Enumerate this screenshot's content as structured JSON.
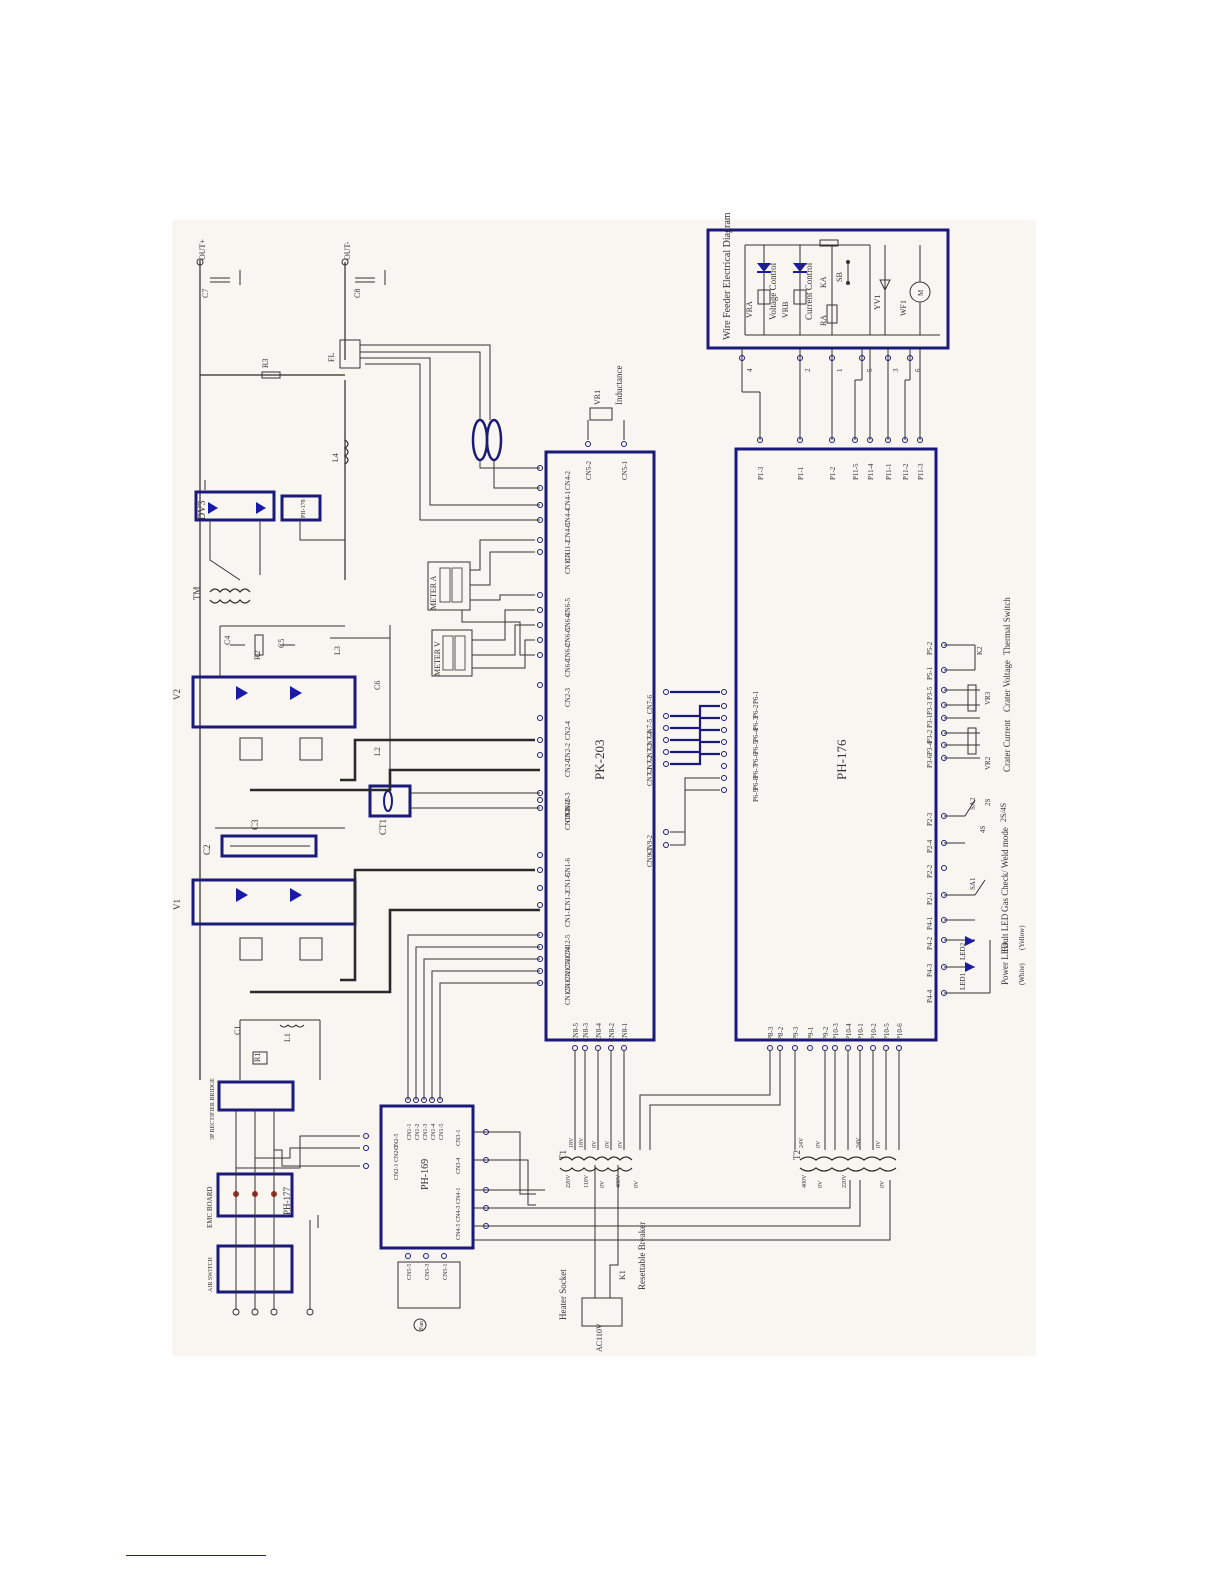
{
  "labels": {
    "out_plus_left": "OUT+",
    "out_minus_right": "OUT-",
    "r3": "R3",
    "l4": "L4",
    "fl": "FL",
    "c7": "C7",
    "c8": "C8",
    "dv3": "DV3",
    "ph178": "PH-178",
    "tm": "TM",
    "c4": "C4",
    "r2": "R2",
    "c5": "C5",
    "l3": "L3",
    "c6": "C6",
    "v2": "V2",
    "l2": "L2",
    "ct1": "CT1",
    "c3": "C3",
    "c2": "C2",
    "v1": "V1",
    "c1": "C1",
    "l1": "L1",
    "r1": "R1",
    "rectifier": "3P RECTIFIER BRIDGE",
    "emc": "EMC BOARD",
    "ph177": "PH-177",
    "air_switch": "AIR SWITCH",
    "ph169": "PH-169",
    "fan": "Fan",
    "heater": "Heater Socket",
    "ac110": "AC110V",
    "k1": "K1",
    "breaker": "Resettable Breaker",
    "t1": "T1",
    "t2": "T2",
    "pk203": "PK-203",
    "ph176": "PH-176",
    "meter_a": "METER A",
    "meter_v": "METER V",
    "vr1": "VR1",
    "inductance": "Inductance",
    "wf_title": "Wire Feeder Electrical Diagram",
    "vra": "VRA",
    "voltage_control": "Voltage Control",
    "vrb": "VRB",
    "current_control": "Current Control",
    "ka": "KA",
    "ra": "RA",
    "sb": "SB",
    "yv1": "YV1",
    "wf1": "WF1",
    "m": "M",
    "thermal": "Thermal Switch",
    "crater_voltage": "Crater Voltage",
    "vr3": "VR3",
    "crater_current": "Crater Current",
    "vr2": "VR2",
    "sa2": "SA2",
    "s2": "2S",
    "s4": "4S",
    "s24": "2S/4S",
    "sa1": "SA1",
    "gas_check": "Gas Check/ Weld mode",
    "fault_led": "Fault LED",
    "yellow": "(Yellow)",
    "power_led": "Power LED",
    "white": "(White)",
    "led1": "LED1",
    "led2": "LED2",
    "k2": "K2"
  },
  "pk203_left": [
    "CN4-2",
    "CN4-1",
    "CN4-4",
    "CN4-3",
    "CN11-2",
    "CN11-1",
    "CN6-5",
    "CN6-4",
    "CN6-3",
    "CN6-2",
    "CN6-1",
    "CN2-3",
    "CN2-4",
    "CN2-2",
    "CN2-1",
    "CN10-3",
    "CN10-2",
    "CN10-1",
    "CN1-6",
    "CN1-5",
    "CN1-2",
    "CN1-1",
    "CN12-5",
    "CN12-4",
    "CN12-3",
    "CN12-2",
    "CN12-1"
  ],
  "pk203_right": [
    "CN7-6",
    "CN7-5",
    "CN7-4",
    "CN7-3",
    "CN7-2",
    "CN7-1",
    "CN9-2",
    "CN9-1"
  ],
  "pk203_top": [
    "CN5-2",
    "CN5-1"
  ],
  "pk203_bottom": [
    "CN8-5",
    "CN8-3",
    "CN8-4",
    "CN8-2",
    "CN8-1"
  ],
  "ph176_top": [
    "P1-3",
    "P1-1",
    "P1-2",
    "P11-5",
    "P11-4",
    "P11-1",
    "P11-2",
    "P11-3"
  ],
  "ph176_left": [
    "P6-1",
    "P6-2",
    "P6-3",
    "P6-4",
    "P6-5",
    "P6-6",
    "P6-7",
    "P6-8",
    "P6-9"
  ],
  "ph176_right": [
    "P5-2",
    "P5-1",
    "P3-5",
    "P3-3",
    "P3-1",
    "P3-2",
    "P3-4",
    "P3-6",
    "P2-3",
    "P2-4",
    "P2-2",
    "P2-1",
    "P4-1",
    "P4-2",
    "P4-3",
    "P4-4"
  ],
  "ph176_bottom": [
    "P8-3",
    "P8-2",
    "P9-3",
    "P9-1",
    "P9-2",
    "P10-3",
    "P10-4",
    "P10-1",
    "P10-2",
    "P10-5",
    "P10-6"
  ],
  "ph169_pins_top": [
    "CN1-1",
    "CN1-2",
    "CN1-3",
    "CN1-4",
    "CN1-5"
  ],
  "ph169_pins_left": [
    "CN2-5",
    "CN2-3",
    "CN2-1"
  ],
  "ph169_pins_right": [
    "CN3-1",
    "CN3-4",
    "CN4-1",
    "CN4-3",
    "CN4-5"
  ],
  "ph169_pins_bottom": [
    "CN5-5",
    "CN5-3",
    "CN5-1"
  ],
  "pk203_sub_right": [
    "P6-1",
    "P6-2",
    "P6-3",
    "P6-4",
    "P6-5",
    "P6-6",
    "P6-7",
    "P6-8",
    "P6-9"
  ],
  "t1_taps": [
    "18V",
    "18V",
    "0V",
    "0V",
    "0V"
  ],
  "t1_primary": [
    "220V",
    "110V",
    "0V",
    "400V",
    "0V"
  ],
  "t2_taps": [
    "24V",
    "0V",
    "24V",
    "0V"
  ],
  "t2_primary": [
    "400V",
    "0V",
    "220V",
    "0V"
  ],
  "wf_pins": [
    "4",
    "2",
    "1",
    "5",
    "3",
    "6"
  ]
}
